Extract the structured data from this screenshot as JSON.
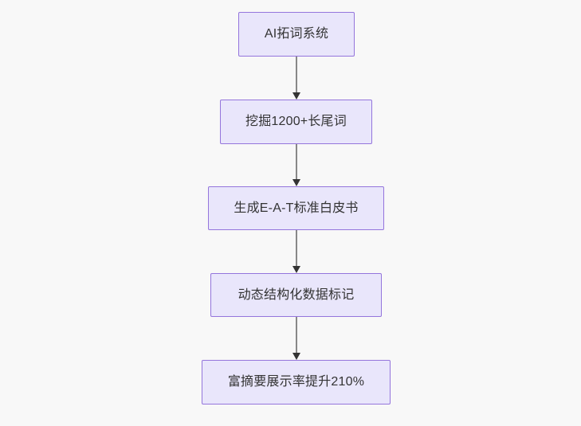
{
  "diagram": {
    "type": "flowchart",
    "direction": "top-to-bottom",
    "background_color": "#f8f8f8",
    "node_fill_color": "#e9e6fb",
    "node_border_color": "#9475dc",
    "node_text_color": "#333333",
    "edge_line_color": "#888888",
    "edge_arrow_color": "#333333",
    "nodes": [
      {
        "id": "n1",
        "label": "AI拓词系统"
      },
      {
        "id": "n2",
        "label": "挖掘1200+长尾词"
      },
      {
        "id": "n3",
        "label": "生成E-A-T标准白皮书"
      },
      {
        "id": "n4",
        "label": "动态结构化数据标记"
      },
      {
        "id": "n5",
        "label": "富摘要展示率提升210%"
      }
    ],
    "edges": [
      {
        "from": "n1",
        "to": "n2"
      },
      {
        "from": "n2",
        "to": "n3"
      },
      {
        "from": "n3",
        "to": "n4"
      },
      {
        "from": "n4",
        "to": "n5"
      }
    ]
  }
}
